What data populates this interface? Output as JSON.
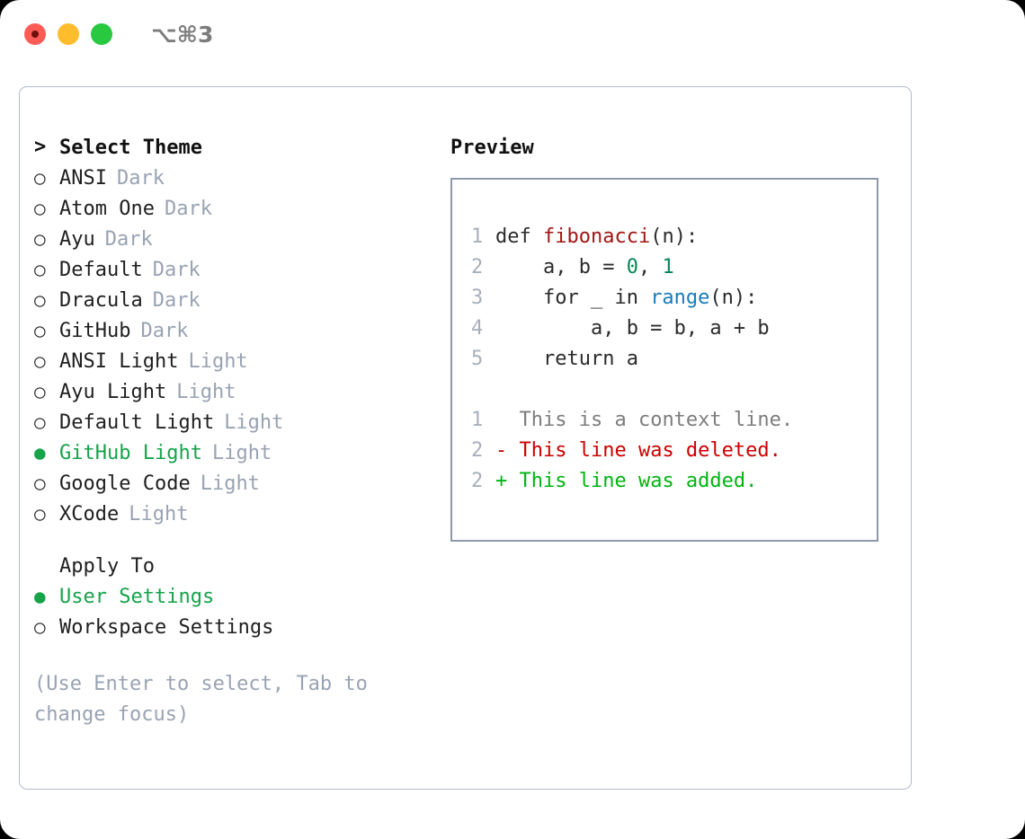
{
  "titlebar": {
    "shortcut": "⌥⌘3",
    "buttons": [
      "close",
      "minimize",
      "maximize"
    ]
  },
  "left": {
    "header": {
      "caret": ">",
      "label": "Select Theme"
    },
    "bullet_empty": "○",
    "bullet_filled": "●",
    "themes": [
      {
        "name": "ANSI",
        "tag": "Dark",
        "selected": false
      },
      {
        "name": "Atom One",
        "tag": "Dark",
        "selected": false
      },
      {
        "name": "Ayu",
        "tag": "Dark",
        "selected": false
      },
      {
        "name": "Default",
        "tag": "Dark",
        "selected": false
      },
      {
        "name": "Dracula",
        "tag": "Dark",
        "selected": false
      },
      {
        "name": "GitHub",
        "tag": "Dark",
        "selected": false
      },
      {
        "name": "ANSI Light",
        "tag": "Light",
        "selected": false
      },
      {
        "name": "Ayu Light",
        "tag": "Light",
        "selected": false
      },
      {
        "name": "Default Light",
        "tag": "Light",
        "selected": false
      },
      {
        "name": "GitHub Light",
        "tag": "Light",
        "selected": true
      },
      {
        "name": "Google Code",
        "tag": "Light",
        "selected": false
      },
      {
        "name": "XCode",
        "tag": "Light",
        "selected": false
      }
    ],
    "apply_to": {
      "header": "Apply To",
      "options": [
        {
          "name": "User Settings",
          "selected": true
        },
        {
          "name": "Workspace Settings",
          "selected": false
        }
      ]
    },
    "hint": "(Use Enter to select, Tab to change focus)"
  },
  "right": {
    "title": "Preview",
    "code": [
      {
        "no": "1",
        "parts": [
          {
            "t": "def ",
            "c": "code"
          },
          {
            "t": "fibonacci",
            "c": "tok-fn"
          },
          {
            "t": "(n):",
            "c": "code"
          }
        ]
      },
      {
        "no": "2",
        "parts": [
          {
            "t": "    a, b = ",
            "c": "code"
          },
          {
            "t": "0",
            "c": "tok-num"
          },
          {
            "t": ", ",
            "c": "code"
          },
          {
            "t": "1",
            "c": "tok-num"
          }
        ]
      },
      {
        "no": "3",
        "parts": [
          {
            "t": "    for _ in ",
            "c": "code"
          },
          {
            "t": "range",
            "c": "tok-call"
          },
          {
            "t": "(n):",
            "c": "code"
          }
        ]
      },
      {
        "no": "4",
        "parts": [
          {
            "t": "        a, b = b, a + b",
            "c": "code"
          }
        ]
      },
      {
        "no": "5",
        "parts": [
          {
            "t": "    return a",
            "c": "code"
          }
        ]
      }
    ],
    "diff": [
      {
        "no": "1",
        "marker": "  ",
        "text": "This is a context line.",
        "kind": "diff-ctx"
      },
      {
        "no": "2",
        "marker": "- ",
        "text": "This line was deleted.",
        "kind": "diff-del"
      },
      {
        "no": "2",
        "marker": "+ ",
        "text": "This line was added.",
        "kind": "diff-add"
      }
    ]
  },
  "colors": {
    "accent_green": "#16a34a",
    "tag_gray": "#9aa3b3",
    "border": "#b3bcca",
    "preview_border": "#8e99ab",
    "fn_red": "#a31515",
    "num_teal": "#098658",
    "call_blue": "#1a7cb8",
    "diff_add": "#00b412",
    "diff_del": "#cc0000"
  }
}
